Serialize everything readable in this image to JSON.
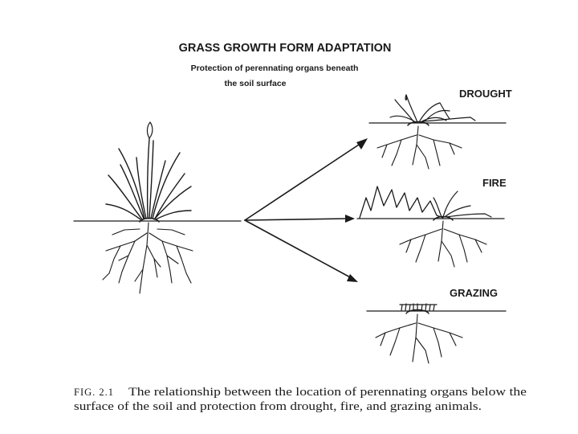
{
  "title": "GRASS GROWTH FORM ADAPTATION",
  "subtitle_line1": "Protection of perennating organs beneath",
  "subtitle_line2": "the soil surface",
  "labels": {
    "drought": "DROUGHT",
    "fire": "FIRE",
    "grazing": "GRAZING"
  },
  "caption": {
    "fig_label": "FIG. 2.1",
    "line1": "The relationship between the location of perennating organs below the",
    "line2": "surface of the soil and protection from drought, fire, and grazing animals."
  },
  "colors": {
    "ink": "#1a1a1a",
    "background": "#ffffff"
  }
}
